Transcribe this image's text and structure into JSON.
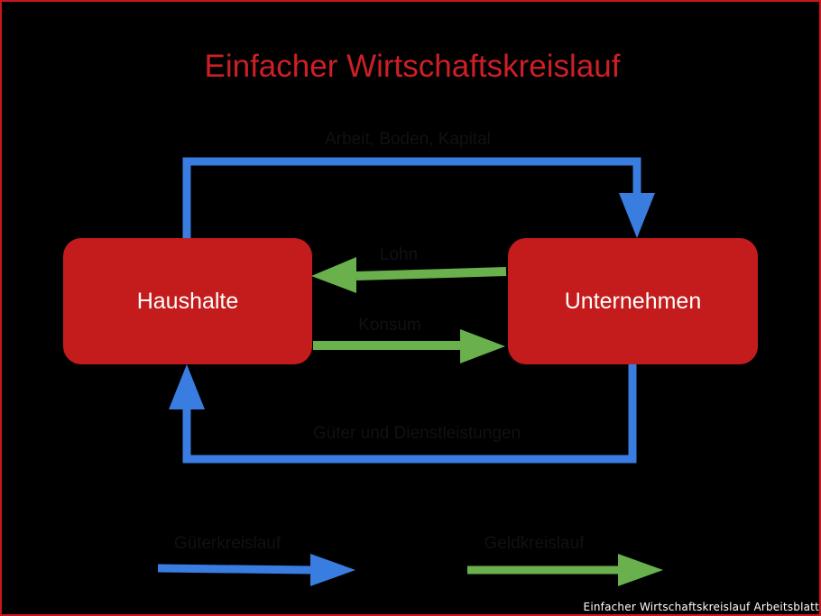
{
  "title": "Einfacher Wirtschaftskreislauf",
  "nodes": {
    "households": "Haushalte",
    "companies": "Unternehmen"
  },
  "flows": {
    "top": "Arbeit, Boden, Kapital",
    "wage": "Lohn",
    "consumption": "Konsum",
    "bottom": "Güter und Dienstleistungen"
  },
  "legend": {
    "real_flow": "Güterkreislauf",
    "money_flow": "Geldkreislauf"
  },
  "caption": "Einfacher Wirtschaftskreislauf Arbeitsblatt",
  "colors": {
    "background": "#000000",
    "title": "#cc2026",
    "node": "#c41c1c",
    "real_flow_arrow": "#3a7de0",
    "money_flow_arrow": "#6ab04c"
  }
}
